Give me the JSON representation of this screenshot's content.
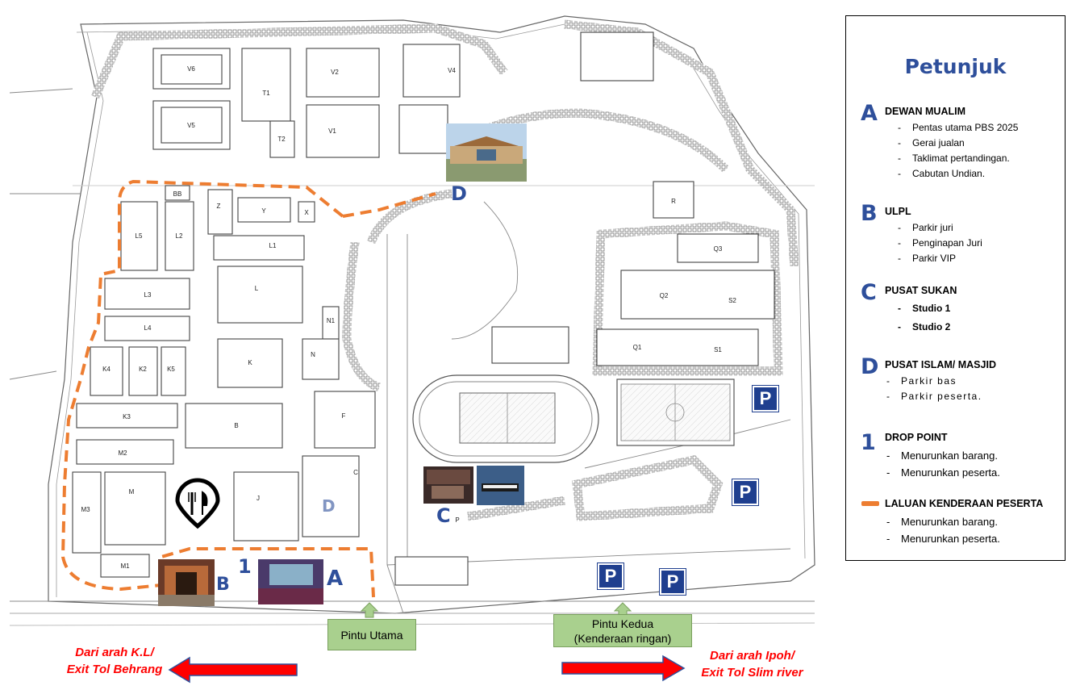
{
  "colors": {
    "route": "#ed7d31",
    "legend_blue": "#2e4f9b",
    "parking": "#1f3f8f",
    "gate_green": "#a9d08e",
    "arrow_red": "#ff0000"
  },
  "map": {
    "building_labels": [
      "V6",
      "V5",
      "T1",
      "T2",
      "V2",
      "V1",
      "V4",
      "BB",
      "L5",
      "L2",
      "Z",
      "Y",
      "X",
      "L1",
      "L3",
      "L",
      "L4",
      "N1",
      "N",
      "K4",
      "K2",
      "K5",
      "K",
      "K3",
      "B",
      "F",
      "M2",
      "M3",
      "M",
      "J",
      "C",
      "M1",
      "P",
      "R",
      "Q3",
      "Q2",
      "S2",
      "Q1",
      "S1"
    ],
    "markers": {
      "a": "A",
      "b": "B",
      "c": "C",
      "d": "D",
      "d2": "D",
      "drop": "1"
    },
    "parking_label": "P",
    "icons": [
      "dining-location-icon"
    ],
    "gates": {
      "main": "Pintu Utama",
      "second_line1": "Pintu Kedua",
      "second_line2": "(Kenderaan ringan)"
    },
    "directions": {
      "left_line1": "Dari arah K.L/",
      "left_line2": "Exit Tol Behrang",
      "right_line1": "Dari arah Ipoh/",
      "right_line2": "Exit Tol Slim river"
    }
  },
  "legend": {
    "title": "Petunjuk",
    "sections": [
      {
        "marker": "A",
        "heading": "DEWAN MUALIM",
        "items": [
          "Pentas utama PBS 2025",
          "Gerai jualan",
          "Taklimat pertandingan.",
          "Cabutan Undian."
        ]
      },
      {
        "marker": "B",
        "heading": "ULPL",
        "items": [
          "Parkir juri",
          "Penginapan Juri",
          "Parkir VIP"
        ]
      },
      {
        "marker": "C",
        "heading": "PUSAT SUKAN",
        "items": [
          "Studio 1",
          "Studio 2"
        ]
      },
      {
        "marker": "D",
        "heading": "PUSAT ISLAM/ MASJID",
        "items": [
          "Parkir bas",
          "Parkir peserta."
        ]
      },
      {
        "marker": "1",
        "heading": "DROP POINT",
        "items": [
          "Menurunkan barang.",
          "Menurunkan peserta."
        ]
      },
      {
        "marker": "",
        "heading": "LALUAN KENDERAAN PESERTA",
        "items": [
          "Menurunkan barang.",
          "Menurunkan peserta."
        ]
      }
    ]
  }
}
